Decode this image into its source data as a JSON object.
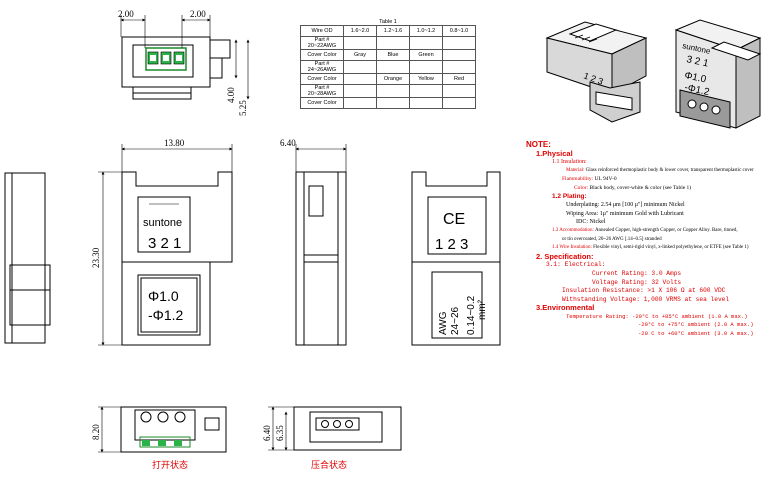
{
  "table": {
    "title": "Table 1",
    "header": [
      "Wire OD",
      "1.6~2.0",
      "1.2~1.6",
      "1.0~1.2",
      "0.8~1.0"
    ],
    "rows": [
      {
        "label": "Part # 20~22AWG",
        "cells": [
          "",
          "",
          "",
          ""
        ]
      },
      {
        "label": "Cover Color",
        "cells": [
          "Gray",
          "Blue",
          "Green",
          ""
        ]
      },
      {
        "label": "Part # 24~26AWG",
        "cells": [
          "",
          "",
          "",
          ""
        ]
      },
      {
        "label": "Cover Color",
        "cells": [
          "",
          "Orange",
          "Yellow",
          "Red"
        ]
      },
      {
        "label": "Part # 20~28AWG",
        "cells": [
          "",
          "",
          "",
          ""
        ]
      },
      {
        "label": "Cover Color",
        "cells": [
          "",
          "",
          "",
          ""
        ]
      }
    ]
  },
  "dims": {
    "top_left": "2.00",
    "top_right": "2.00",
    "h1": "4.00",
    "h2": "5.25",
    "width_front": "13.80",
    "height_front": "23.30",
    "side_width": "6.40",
    "bottom_h1": "8.20",
    "bottom_h2": "6.40",
    "bottom_h3": "6.35"
  },
  "labels": {
    "brand": "suntone",
    "pins_front": "3 2 1",
    "pins_back": "1 2 3",
    "ce": "CE",
    "dia1": "Φ1.0",
    "dia2": "-Φ1.2",
    "awg1": "AWG",
    "awg2": "24~26",
    "mm1": "0.14~0.2",
    "mm2": "mm²",
    "iso_pins": "3 2 1",
    "iso_pins2": "1 2 3",
    "iso_dia1": "Φ1.0",
    "iso_dia2": "-Φ1.2",
    "caption_open": "打开状态",
    "caption_closed": "压合状态"
  },
  "notes": {
    "title": "NOTE:",
    "physical": "1.Physical",
    "insulation_head": "1.1 Insulation:",
    "material_label": "Material:",
    "material": "Glass reinforced thermoplastic body & lower cover, transparent thermoplastic cover",
    "flammability_label": "Flammability:",
    "flammability": "UL 94V-0",
    "color_label": "Color:",
    "color": "Black body, cover-white & color (see Table 1)",
    "plating_head": "1.2 Plating:",
    "underplating": "Underplating: 2.54 μm [100 μ\"] minimum Nickel",
    "wiping": "Wiping Area: 1μ\" minimum Gold with Lubricant",
    "idc": "IDC: Nickel",
    "accommodation_label": "1.3 Accommodation:",
    "accommodation": "Annealed Copper, high-strength Copper, or Copper Alloy. Bare, tinned,",
    "accommodation2": "or tin overcoated, 20~26 AWG [.14~0.5] stranded",
    "wire_ins_label": "1.4 Wire Insulation:",
    "wire_ins": "Flexible vinyl, semi-rigid vinyl, x-linked polyethylene, or ETFE (see Table 1)",
    "spec": "2. Specification:",
    "electrical": "3.1: Electrical:",
    "current": "Current Rating:  3.0 Amps",
    "voltage": "Voltage Rating:  32 Volts",
    "ins_res": "Insulation Resistance:  >1 X 106 Ω at 600 VDC",
    "withstand": "Withstanding Voltage:  1,000 VRMS at sea level",
    "environmental": "3.Environmental",
    "temp_label": "Temperature Rating:",
    "temp1": "-20°C to +85°C ambient  (1.0 A max.)",
    "temp2": "-20°C to +75°C ambient  (2.0 A max.)",
    "temp3": "-20 C to +60°C ambient  (3.0 A max.)"
  }
}
